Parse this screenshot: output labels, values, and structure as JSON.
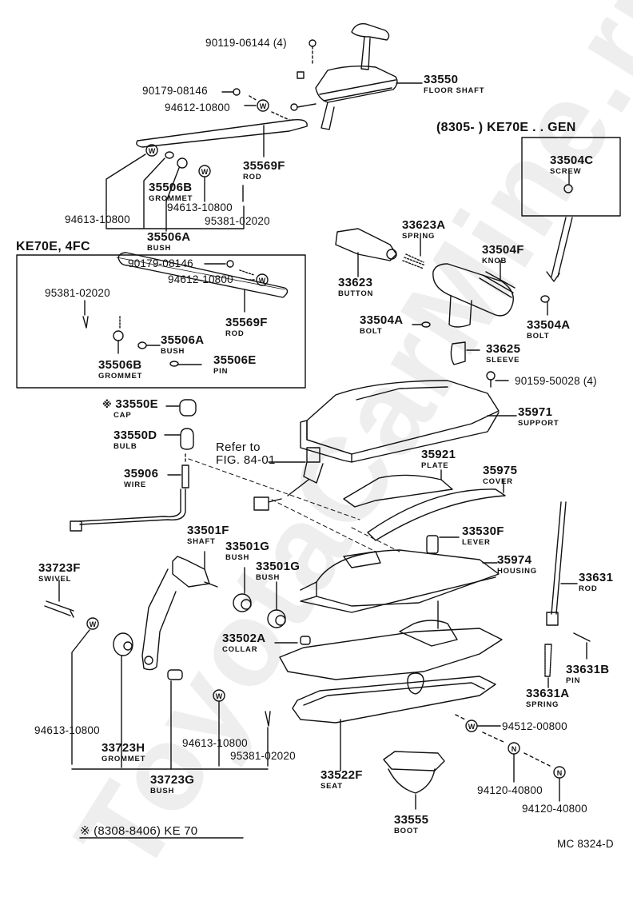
{
  "diagram": {
    "figure_code": "MC 8324-D",
    "watermark": "ToyotaCarMine.ru",
    "variant_headers": {
      "gen": "(8305-        ) KE70E . . GEN",
      "ke70e_4fc": "KE70E, 4FC",
      "footnote": "※ (8308-8406) KE 70"
    },
    "reference": {
      "line1": "Refer to",
      "line2": "FIG. 84-01"
    },
    "parts": [
      {
        "id": "p-90119-06144",
        "number": "90119-06144 (4)",
        "name": ""
      },
      {
        "id": "p-33550",
        "number": "33550",
        "name": "FLOOR SHAFT"
      },
      {
        "id": "p-90179-08146-a",
        "number": "90179-08146",
        "name": ""
      },
      {
        "id": "p-94612-10800-a",
        "number": "94612-10800",
        "name": ""
      },
      {
        "id": "p-35569f-a",
        "number": "35569F",
        "name": "ROD"
      },
      {
        "id": "p-35506b-a",
        "number": "35506B",
        "name": "GROMMET"
      },
      {
        "id": "p-94613-10800-a",
        "number": "94613-10800",
        "name": ""
      },
      {
        "id": "p-94613-10800-b",
        "number": "94613-10800",
        "name": ""
      },
      {
        "id": "p-95381-02020-a",
        "number": "95381-02020",
        "name": ""
      },
      {
        "id": "p-35506a-a",
        "number": "35506A",
        "name": "BUSH"
      },
      {
        "id": "p-33504c",
        "number": "33504C",
        "name": "SCREW"
      },
      {
        "id": "p-33623a",
        "number": "33623A",
        "name": "SPRING"
      },
      {
        "id": "p-33623",
        "number": "33623",
        "name": "BUTTON"
      },
      {
        "id": "p-33504f",
        "number": "33504F",
        "name": "KNOB"
      },
      {
        "id": "p-33504a-a",
        "number": "33504A",
        "name": "BOLT"
      },
      {
        "id": "p-33504a-b",
        "number": "33504A",
        "name": "BOLT"
      },
      {
        "id": "p-33625",
        "number": "33625",
        "name": "SLEEVE"
      },
      {
        "id": "p-90159-50028",
        "number": "90159-50028 (4)",
        "name": ""
      },
      {
        "id": "p-90179-08146-b",
        "number": "90179-08146",
        "name": ""
      },
      {
        "id": "p-94612-10800-b",
        "number": "94612-10800",
        "name": ""
      },
      {
        "id": "p-95381-02020-b",
        "number": "95381-02020",
        "name": ""
      },
      {
        "id": "p-35569f-b",
        "number": "35569F",
        "name": "ROD"
      },
      {
        "id": "p-35506a-b",
        "number": "35506A",
        "name": "BUSH"
      },
      {
        "id": "p-35506b-b",
        "number": "35506B",
        "name": "GROMMET"
      },
      {
        "id": "p-35506e",
        "number": "35506E",
        "name": "PIN"
      },
      {
        "id": "p-33550e",
        "number": "33550E",
        "name": "CAP",
        "marker": "※"
      },
      {
        "id": "p-33550d",
        "number": "33550D",
        "name": "BULB"
      },
      {
        "id": "p-35971",
        "number": "35971",
        "name": "SUPPORT"
      },
      {
        "id": "p-35906",
        "number": "35906",
        "name": "WIRE"
      },
      {
        "id": "p-35921",
        "number": "35921",
        "name": "PLATE"
      },
      {
        "id": "p-35975",
        "number": "35975",
        "name": "COVER"
      },
      {
        "id": "p-33530f",
        "number": "33530F",
        "name": "LEVER"
      },
      {
        "id": "p-35974",
        "number": "35974",
        "name": "HOUSING"
      },
      {
        "id": "p-33501f",
        "number": "33501F",
        "name": "SHAFT"
      },
      {
        "id": "p-33501g-a",
        "number": "33501G",
        "name": "BUSH"
      },
      {
        "id": "p-33501g-b",
        "number": "33501G",
        "name": "BUSH"
      },
      {
        "id": "p-33723f",
        "number": "33723F",
        "name": "SWIVEL"
      },
      {
        "id": "p-33631",
        "number": "33631",
        "name": "ROD"
      },
      {
        "id": "p-33502a",
        "number": "33502A",
        "name": "COLLAR"
      },
      {
        "id": "p-33631b",
        "number": "33631B",
        "name": "PIN"
      },
      {
        "id": "p-33631a",
        "number": "33631A",
        "name": "SPRING"
      },
      {
        "id": "p-94613-10800-c",
        "number": "94613-10800",
        "name": ""
      },
      {
        "id": "p-33723h",
        "number": "33723H",
        "name": "GROMMET"
      },
      {
        "id": "p-94613-10800-d",
        "number": "94613-10800",
        "name": ""
      },
      {
        "id": "p-95381-02020-c",
        "number": "95381-02020",
        "name": ""
      },
      {
        "id": "p-33723g",
        "number": "33723G",
        "name": "BUSH"
      },
      {
        "id": "p-33522f",
        "number": "33522F",
        "name": "SEAT"
      },
      {
        "id": "p-94512-00800",
        "number": "94512-00800",
        "name": ""
      },
      {
        "id": "p-94120-40800-a",
        "number": "94120-40800",
        "name": ""
      },
      {
        "id": "p-94120-40800-b",
        "number": "94120-40800",
        "name": ""
      },
      {
        "id": "p-33555",
        "number": "33555",
        "name": "BOOT"
      }
    ],
    "washer_symbols": {
      "washer": "W",
      "nut": "N"
    }
  }
}
